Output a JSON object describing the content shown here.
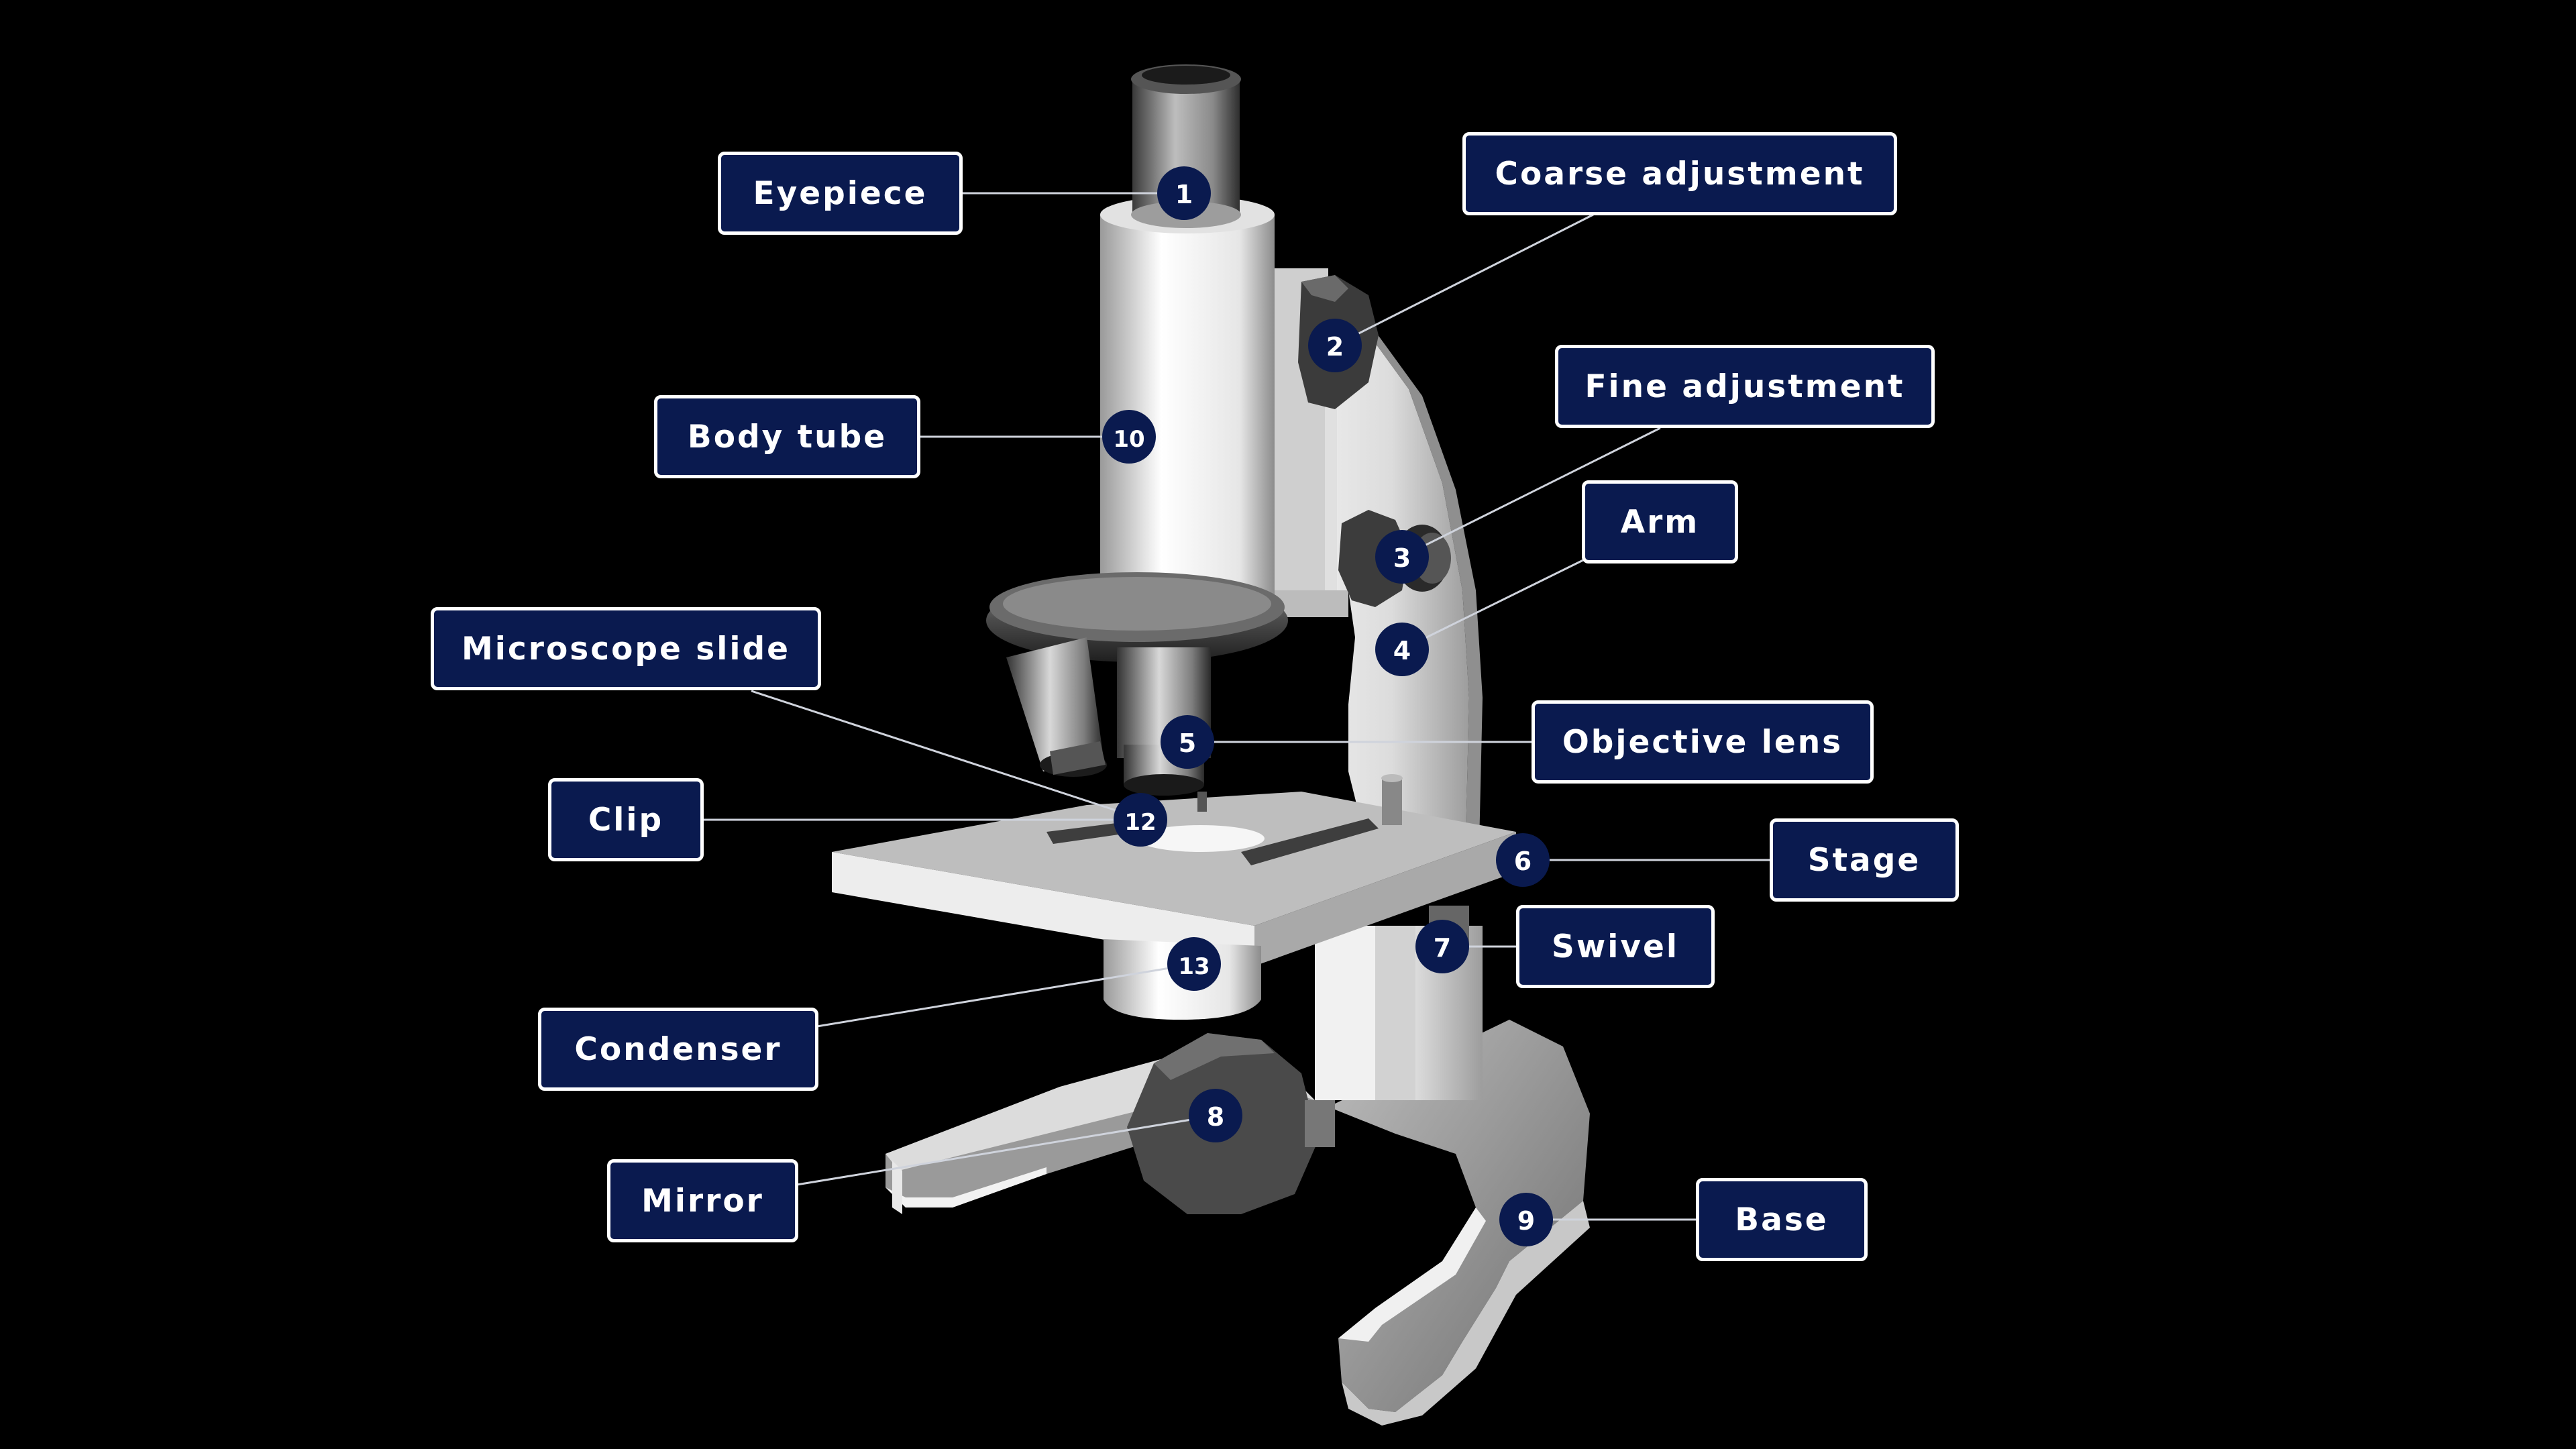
{
  "colors": {
    "background": "#000000",
    "label_fill": "#0a1a4f",
    "label_border": "#ffffff",
    "marker_fill": "#0a1a4f",
    "leader_line": "#cfd3dc"
  },
  "parts": [
    {
      "number": "1",
      "label": "Eyepiece"
    },
    {
      "number": "2",
      "label": "Coarse adjustment"
    },
    {
      "number": "3",
      "label": "Fine adjustment"
    },
    {
      "number": "4",
      "label": "Arm"
    },
    {
      "number": "5",
      "label": "Objective lens"
    },
    {
      "number": "6",
      "label": "Stage"
    },
    {
      "number": "7",
      "label": "Swivel"
    },
    {
      "number": "8",
      "label": "Mirror"
    },
    {
      "number": "9",
      "label": "Base"
    },
    {
      "number": "10",
      "label": "Body tube"
    },
    {
      "number": "12",
      "label": "Clip"
    },
    {
      "number": "12",
      "label": "Microscope slide"
    },
    {
      "number": "13",
      "label": "Condenser"
    }
  ]
}
